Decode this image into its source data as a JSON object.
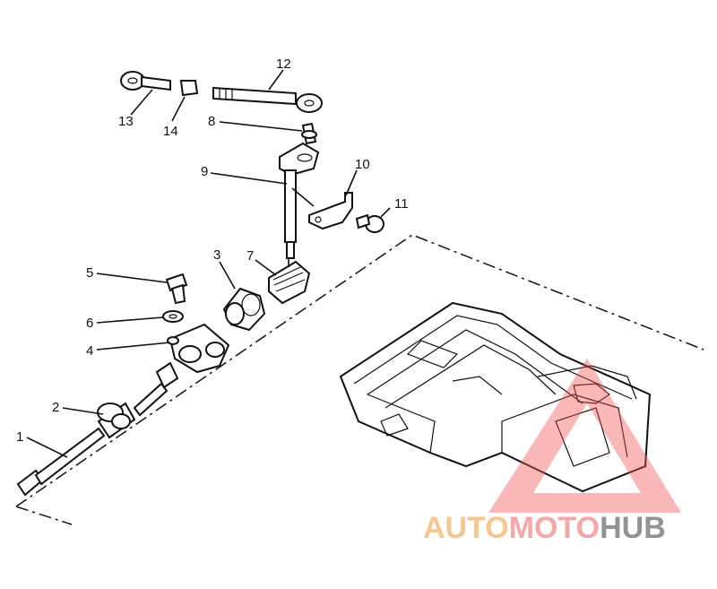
{
  "callouts": [
    {
      "id": "1",
      "label": "1"
    },
    {
      "id": "2",
      "label": "2"
    },
    {
      "id": "3",
      "label": "3"
    },
    {
      "id": "4",
      "label": "4"
    },
    {
      "id": "5",
      "label": "5"
    },
    {
      "id": "6",
      "label": "6"
    },
    {
      "id": "7",
      "label": "7"
    },
    {
      "id": "8",
      "label": "8"
    },
    {
      "id": "9",
      "label": "9"
    },
    {
      "id": "10",
      "label": "10"
    },
    {
      "id": "11",
      "label": "11"
    },
    {
      "id": "12",
      "label": "12"
    },
    {
      "id": "13",
      "label": "13"
    },
    {
      "id": "14",
      "label": "14"
    }
  ],
  "watermark": {
    "part1": "AUTO",
    "part2": "MOTO",
    "part3": "HUB",
    "colors": {
      "auto": "#f5b56a",
      "moto": "#f08a8a",
      "hub": "#6e6e6e",
      "triangle": "#f05050"
    }
  }
}
